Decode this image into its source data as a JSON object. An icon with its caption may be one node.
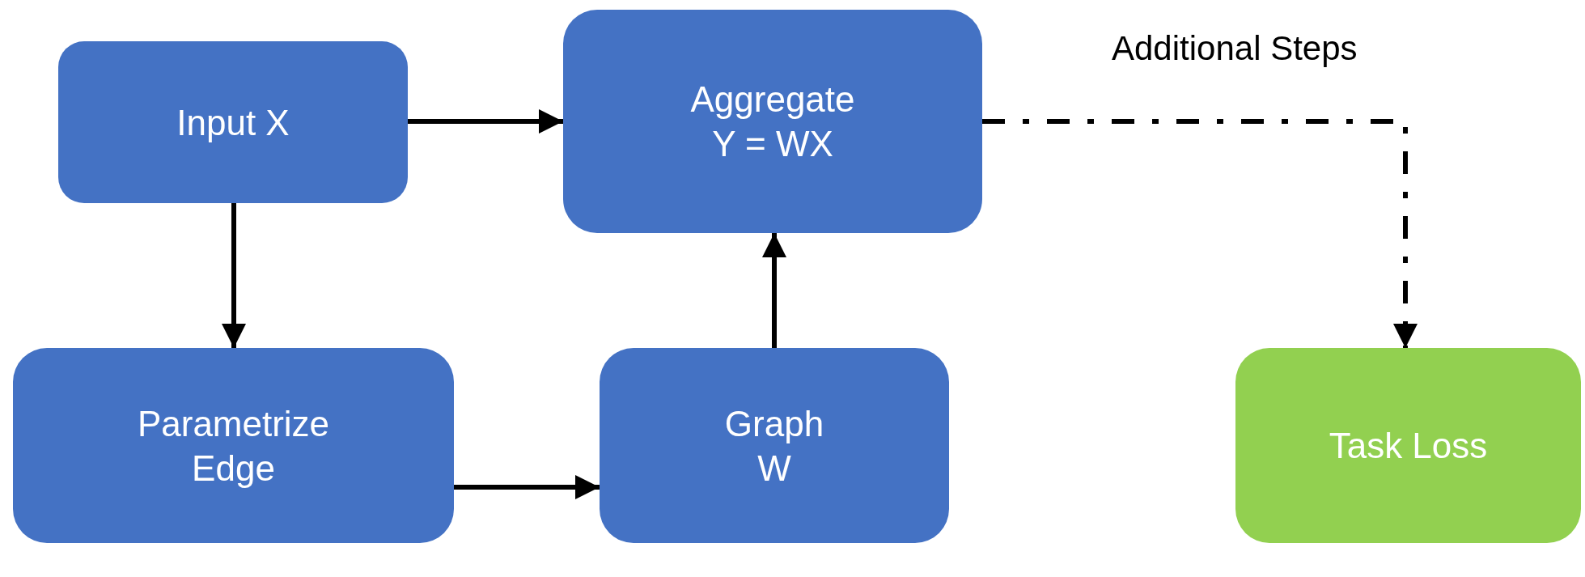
{
  "diagram": {
    "nodes": [
      {
        "text": [
          "Input X"
        ]
      },
      {
        "text": [
          "Aggregate",
          "Y = WX"
        ]
      },
      {
        "text": [
          "Parametrize Edge"
        ]
      },
      {
        "text": [
          "Graph",
          "W"
        ]
      },
      {
        "text": [
          "Task Loss"
        ]
      }
    ],
    "edges": [
      {
        "from": 0,
        "to": 1,
        "arrow": "to"
      },
      {
        "from": 0,
        "to": 2,
        "arrow": "to"
      },
      {
        "from": 2,
        "to": 3,
        "arrow": "to"
      },
      {
        "from": 3,
        "to": 1,
        "arrow": "to"
      },
      {
        "from": 1,
        "to": 4,
        "arrow": "to",
        "style": "dashed",
        "label": "Additional Steps"
      }
    ]
  }
}
